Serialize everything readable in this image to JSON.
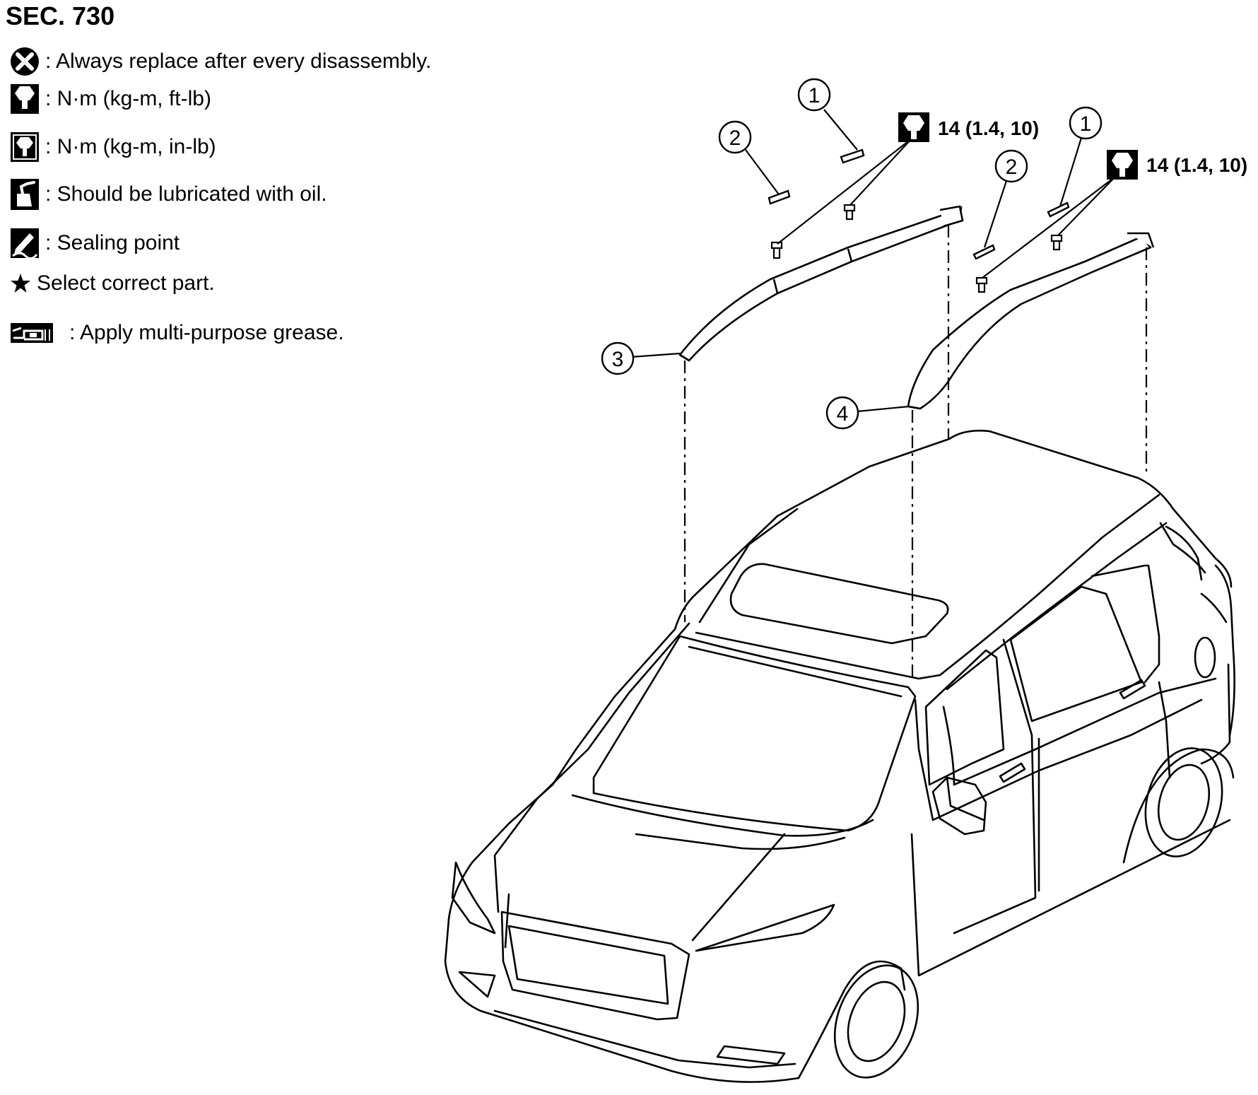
{
  "section_title": "SEC. 730",
  "legend": [
    {
      "icon": "always-replace-icon",
      "text": ": Always replace after every disassembly."
    },
    {
      "icon": "torque-ft-lb-icon",
      "text": ": N·m (kg-m, ft-lb)"
    },
    {
      "icon": "torque-in-lb-icon",
      "text": ": N·m (kg-m, in-lb)"
    },
    {
      "icon": "oil-can-icon",
      "text": ": Should be lubricated with oil."
    },
    {
      "icon": "sealing-point-icon",
      "text": ": Sealing point"
    },
    {
      "icon": "star-icon",
      "text": "Select correct part."
    },
    {
      "icon": "grease-gun-icon",
      "text": ": Apply multi-purpose grease."
    }
  ],
  "callouts": [
    {
      "number": "1"
    },
    {
      "number": "2"
    },
    {
      "number": "1"
    },
    {
      "number": "2"
    },
    {
      "number": "3"
    },
    {
      "number": "4"
    }
  ],
  "torque_specs": [
    "14 (1.4, 10)",
    "14 (1.4, 10)"
  ]
}
